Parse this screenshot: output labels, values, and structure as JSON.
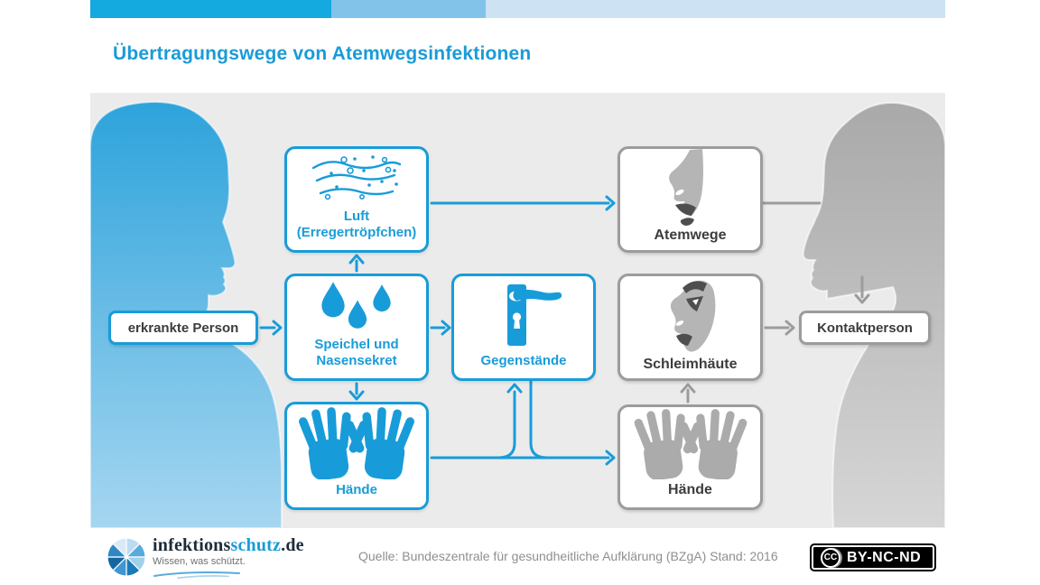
{
  "header": {
    "title": "Übertragungswege von Atemwegsinfektionen",
    "bar_colors": [
      "#14a9df",
      "#82c4e9",
      "#cde2f3"
    ]
  },
  "diagram": {
    "source_label": "erkrankte Person",
    "target_label": "Kontaktperson",
    "blue_boxes": [
      {
        "id": "luft",
        "label": "Luft",
        "label2": "(Erregertröpfchen)",
        "icon": "air-droplets-icon"
      },
      {
        "id": "speichel",
        "label": "Speichel und",
        "label2": "Nasensekret",
        "icon": "droplets-icon"
      },
      {
        "id": "gegenstaende",
        "label": "Gegenstände",
        "icon": "door-handle-icon"
      },
      {
        "id": "haende",
        "label": "Hände",
        "icon": "hands-icon"
      }
    ],
    "gray_boxes": [
      {
        "id": "atemwege",
        "label": "Atemwege",
        "icon": "nose-mouth-icon"
      },
      {
        "id": "schleimhaeute",
        "label": "Schleimhäute",
        "icon": "face-profile-icon"
      },
      {
        "id": "haende_kontakt",
        "label": "Hände",
        "icon": "hands-gray-icon"
      }
    ],
    "colors": {
      "accent_blue": "#189cd9",
      "arrow_gray": "#9c9c9c",
      "panel_bg": "#ebebeb",
      "text_dark": "#3c3c3c"
    }
  },
  "footer": {
    "logo_text_dark": "infektions",
    "logo_text_blue": "schutz",
    "logo_text_suffix": ".de",
    "logo_tagline": "Wissen, was schützt.",
    "source": "Quelle: Bundeszentrale für gesundheitliche Aufklärung (BZgA) Stand: 2016",
    "license_cc": "CC",
    "license": "BY-NC-ND"
  }
}
